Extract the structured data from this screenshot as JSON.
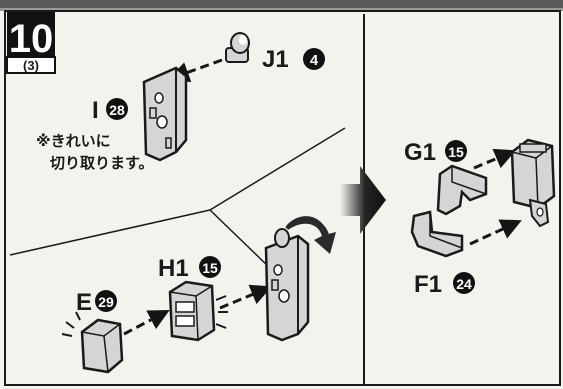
{
  "step": {
    "number": "10",
    "sub": "(3)"
  },
  "parts": {
    "j1": {
      "code": "J1",
      "qty": "4"
    },
    "i": {
      "code": "I",
      "qty": "28"
    },
    "h1": {
      "code": "H1",
      "qty": "15"
    },
    "e": {
      "code": "E",
      "qty": "29"
    },
    "g1": {
      "code": "G1",
      "qty": "15"
    },
    "f1": {
      "code": "F1",
      "qty": "24"
    }
  },
  "note": {
    "line1": "※きれいに",
    "line2": "切り取ります。"
  },
  "colors": {
    "background": "#f3f3ee",
    "ink": "#1a1a1a",
    "part_fill": "#d4d6d6",
    "arrow": "#151515"
  }
}
